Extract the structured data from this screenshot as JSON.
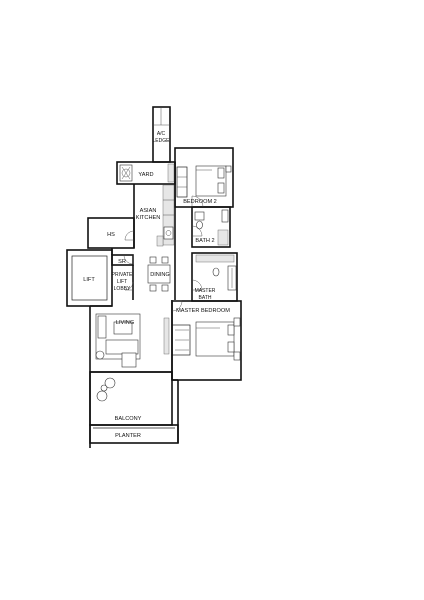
{
  "rooms": {
    "ac_ledge": [
      "A/C",
      "LEDGE"
    ],
    "yard": "YARD",
    "bedroom2": "BEDROOM 2",
    "asian_kitchen": [
      "ASIAN",
      "KITCHEN"
    ],
    "hs": "HS",
    "bath2": "BATH 2",
    "sr": "SR",
    "lift": "LIFT",
    "private_lift_lobby": [
      "PRIVATE",
      "LIFT",
      "LOBBY"
    ],
    "dining": "DINING",
    "master_bath": [
      "MASTER",
      "BATH"
    ],
    "master_bedroom": "MASTER BEDROOM",
    "living": "LIVING",
    "balcony": "BALCONY",
    "planter": "PLANTER"
  },
  "colors": {
    "wall": "#111111",
    "background": "#ffffff",
    "fixture_fill": "#e6e6e6"
  }
}
